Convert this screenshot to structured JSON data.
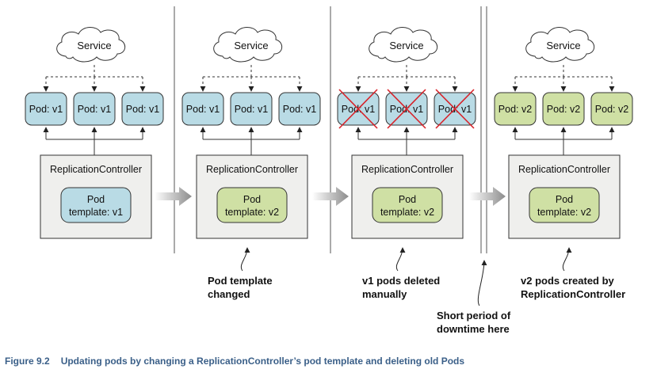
{
  "service_label": "Service",
  "controller_label": "ReplicationController",
  "pod_template_line1": "Pod",
  "stages": [
    {
      "pods": [
        "Pod: v1",
        "Pod: v1",
        "Pod: v1"
      ],
      "pods_deleted": false,
      "template_version": "template: v1"
    },
    {
      "pods": [
        "Pod: v1",
        "Pod: v1",
        "Pod: v1"
      ],
      "pods_deleted": false,
      "template_version": "template: v2"
    },
    {
      "pods": [
        "Pod: v1",
        "Pod: v1",
        "Pod: v1"
      ],
      "pods_deleted": true,
      "template_version": "template: v2"
    },
    {
      "pods": [
        "Pod: v2",
        "Pod: v2",
        "Pod: v2"
      ],
      "pods_deleted": false,
      "template_version": "template: v2"
    }
  ],
  "annotations": {
    "template_changed": [
      "Pod template",
      "changed"
    ],
    "pods_deleted": [
      "v1 pods deleted",
      "manually"
    ],
    "downtime": [
      "Short period of",
      "downtime here"
    ],
    "pods_created": [
      "v2 pods created by",
      "ReplicationController"
    ]
  },
  "caption": {
    "figure_number": "Figure 9.2",
    "text": "Updating pods by changing a ReplicationController’s pod template and deleting old Pods"
  },
  "colors": {
    "v1_fill": "#b9dbe5",
    "v2_fill": "#cfe0a4",
    "controller_fill": "#efefed",
    "delete_cross": "#d8232a",
    "caption_color": "#3a5f88"
  }
}
